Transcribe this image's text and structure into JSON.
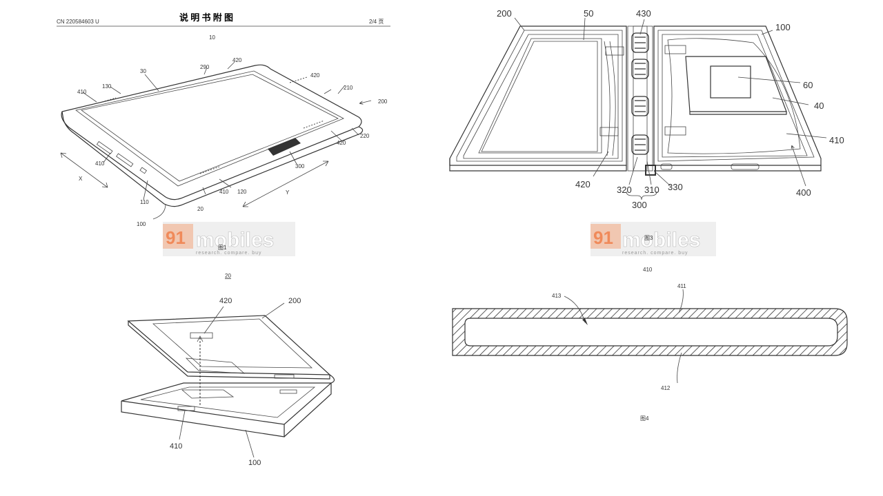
{
  "header": {
    "pub_number": "CN 220584603 U",
    "title": "说 明 书 附 图",
    "page": "2/4 页"
  },
  "watermark": {
    "brand_number": "91",
    "brand_name": "mobiles",
    "tagline": "research. compare. buy"
  },
  "figures": {
    "fig1": {
      "caption": "图1",
      "top_number": "10",
      "labels": [
        "290",
        "420",
        "30",
        "130",
        "410",
        "420",
        "210",
        "200",
        "220",
        "420",
        "410",
        "300",
        "410",
        "120",
        "110",
        "20",
        "100",
        "X",
        "Y"
      ]
    },
    "fig2": {
      "caption": "20",
      "labels": [
        "420",
        "200",
        "410",
        "100"
      ]
    },
    "fig3": {
      "caption": "图3",
      "labels": [
        "200",
        "50",
        "430",
        "100",
        "60",
        "40",
        "410",
        "420",
        "320",
        "310",
        "330",
        "300",
        "400"
      ]
    },
    "fig4": {
      "caption": "图4",
      "top_number": "410",
      "labels": [
        "413",
        "411",
        "412"
      ]
    }
  }
}
